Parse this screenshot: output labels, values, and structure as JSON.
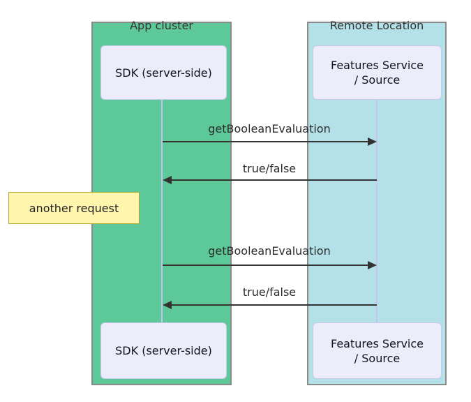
{
  "diagram_type": "sequence-diagram",
  "regions": {
    "app_cluster": {
      "label": "App cluster",
      "fill": "#5ec998"
    },
    "remote_location": {
      "label": "Remote Location",
      "fill": "#b4e0e8"
    }
  },
  "participants": {
    "sdk": {
      "label": "SDK (server-side)"
    },
    "features": {
      "line1": "Features Service",
      "line2": "/ Source"
    }
  },
  "messages": [
    {
      "label": "getBooleanEvaluation",
      "direction": "right"
    },
    {
      "label": "true/false",
      "direction": "left"
    },
    {
      "label": "getBooleanEvaluation",
      "direction": "right"
    },
    {
      "label": "true/false",
      "direction": "left"
    }
  ],
  "note": {
    "label": "another request",
    "fill": "#fff5ad",
    "border": "#aaaa33"
  },
  "colors": {
    "actor_fill": "#ececfb",
    "actor_border": "#c8c8ea",
    "lifeline": "#c9c0f2",
    "arrow": "#333333",
    "region_border": "#8a8a8a",
    "text": "#333333"
  }
}
